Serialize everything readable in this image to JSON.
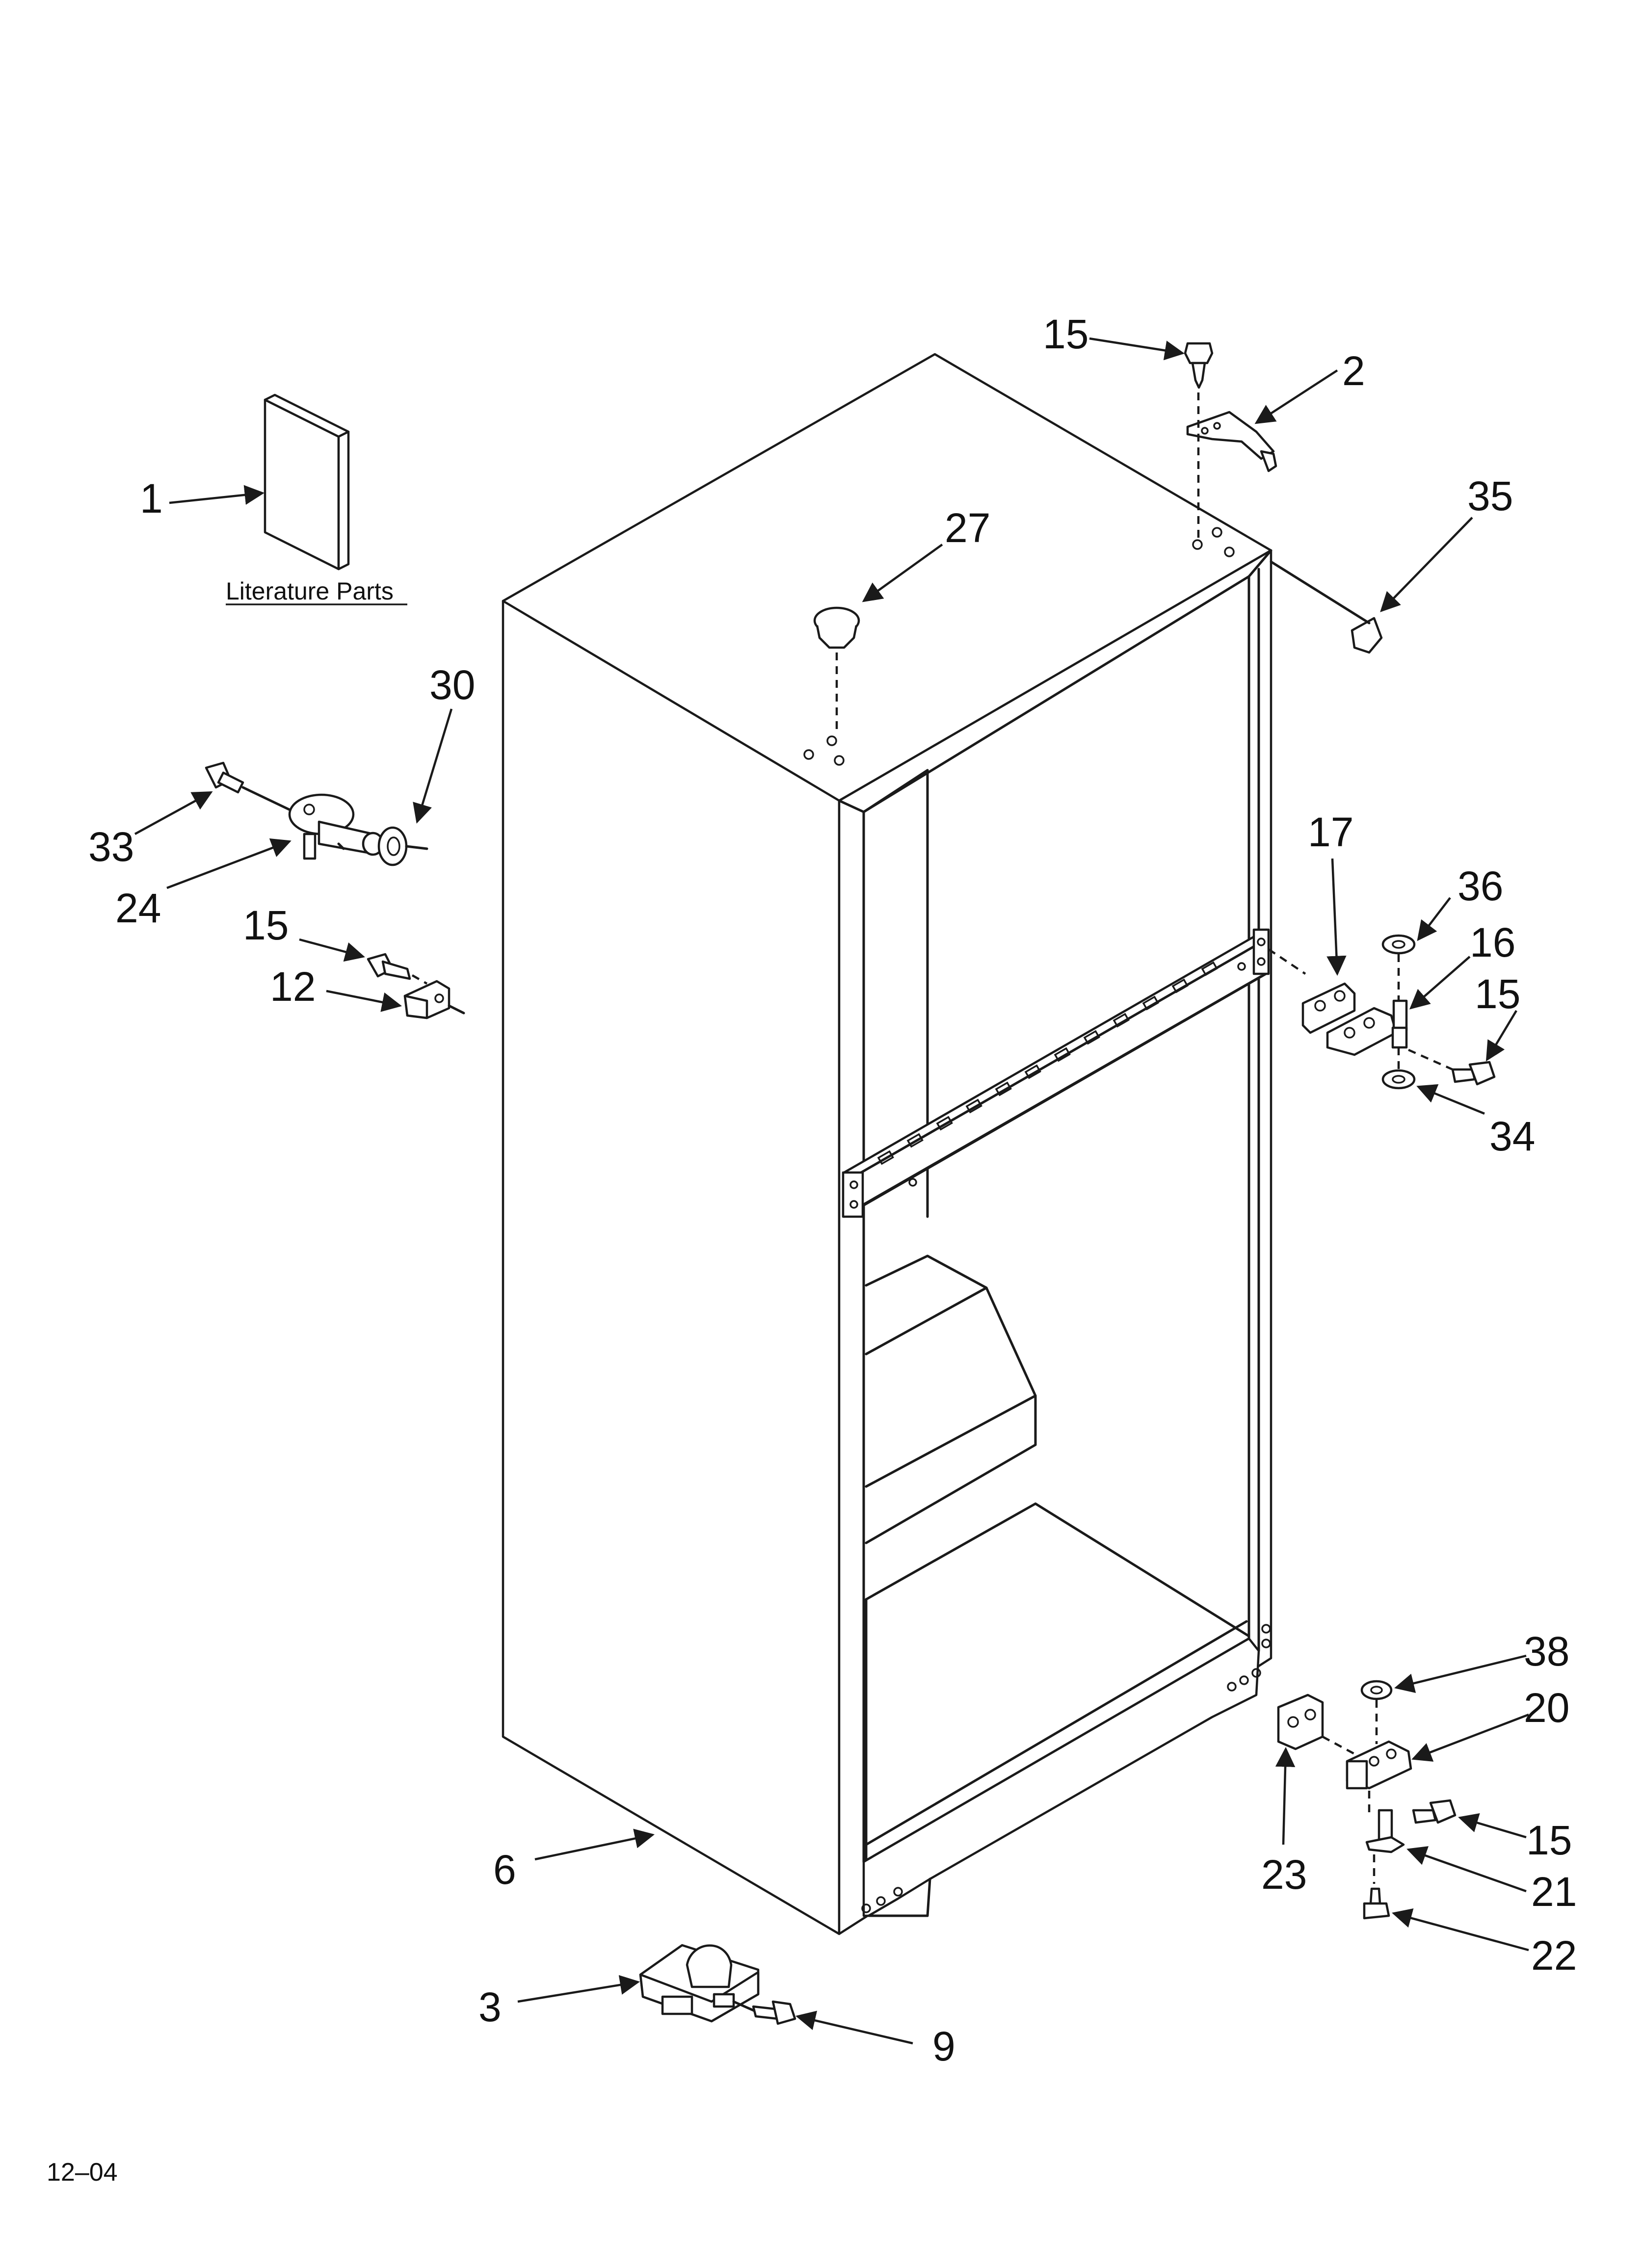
{
  "diagram": {
    "literature_label": "Literature Parts",
    "footer_code": "12–04",
    "callouts": {
      "c1": "1",
      "c2": "2",
      "c3": "3",
      "c6": "6",
      "c9": "9",
      "c12": "12",
      "c15a": "15",
      "c15b": "15",
      "c15c": "15",
      "c15d": "15",
      "c16": "16",
      "c17": "17",
      "c20": "20",
      "c21": "21",
      "c22": "22",
      "c23": "23",
      "c24": "24",
      "c27": "27",
      "c30": "30",
      "c33": "33",
      "c34": "34",
      "c35": "35",
      "c36": "36",
      "c38": "38"
    }
  }
}
